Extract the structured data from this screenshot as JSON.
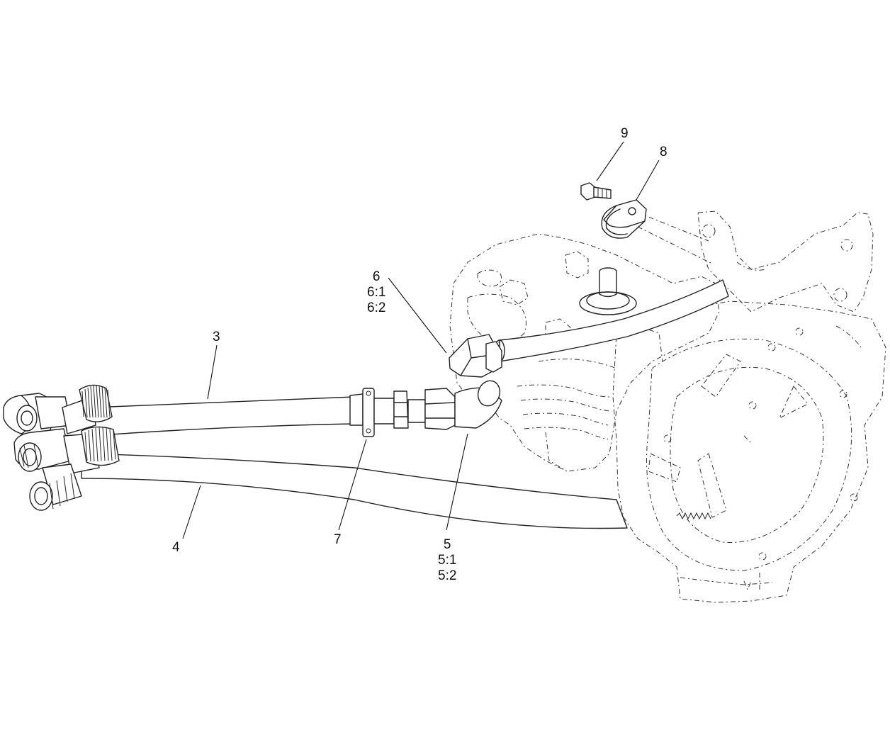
{
  "callouts": [
    {
      "id": "c9",
      "lines": [
        "9"
      ]
    },
    {
      "id": "c8",
      "lines": [
        "8"
      ]
    },
    {
      "id": "c6",
      "lines": [
        "6",
        "6:1",
        "6:2"
      ]
    },
    {
      "id": "c3",
      "lines": [
        "3"
      ]
    },
    {
      "id": "c4",
      "lines": [
        "4"
      ]
    },
    {
      "id": "c7",
      "lines": [
        "7"
      ]
    },
    {
      "id": "c5",
      "lines": [
        "5",
        "5:1",
        "5:2"
      ]
    }
  ]
}
